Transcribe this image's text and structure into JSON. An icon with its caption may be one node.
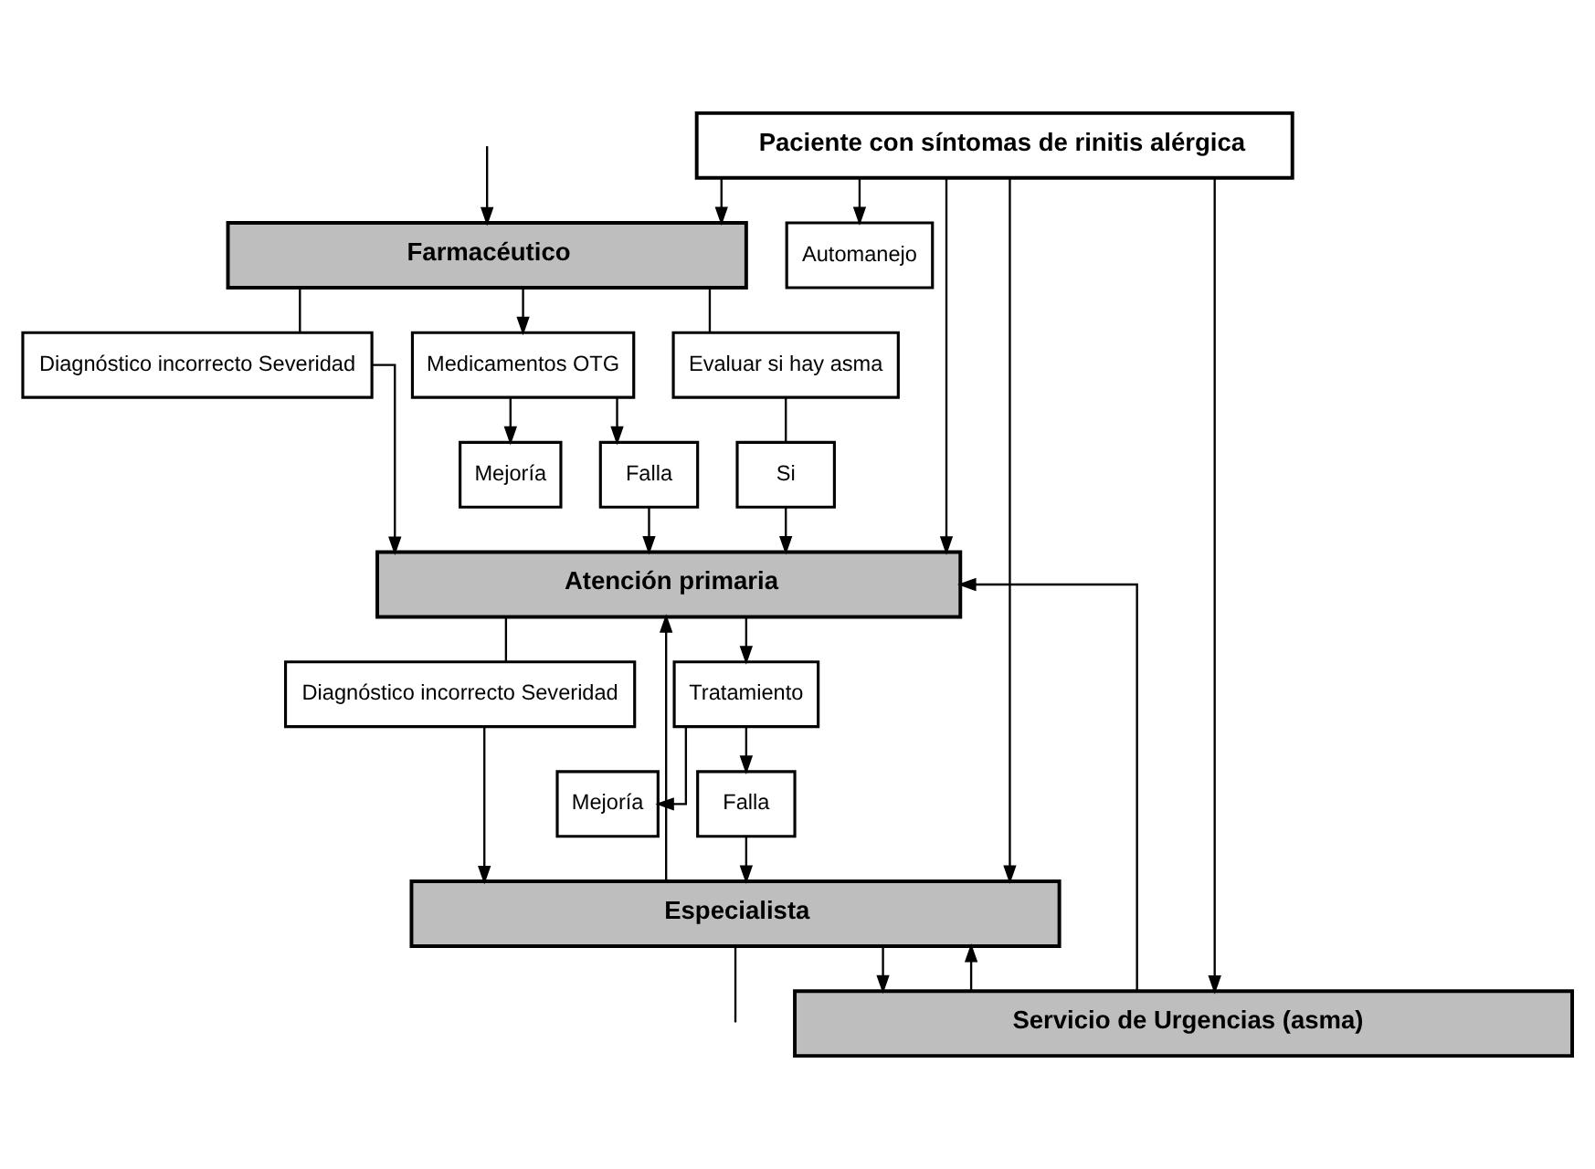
{
  "diagram": {
    "nodes": [
      {
        "text": [
          "Paciente con síntomas de rinitis alérgica"
        ]
      },
      {
        "text": [
          "Automanejo"
        ]
      },
      {
        "text": [
          "Farmacéutico"
        ]
      },
      {
        "text": [
          "Diagnóstico incorrecto Severidad"
        ]
      },
      {
        "text": [
          "Medicamentos OTG"
        ]
      },
      {
        "text": [
          "Mejoría"
        ]
      },
      {
        "text": [
          "Falla"
        ]
      },
      {
        "text": [
          "Evaluar si hay asma"
        ]
      },
      {
        "text": [
          "Si"
        ]
      },
      {
        "text": [
          "Atención primaria"
        ]
      },
      {
        "text": [
          "Diagnóstico incorrecto Severidad"
        ]
      },
      {
        "text": [
          "Tratamiento"
        ]
      },
      {
        "text": [
          "Mejoría"
        ]
      },
      {
        "text": [
          "Falla"
        ]
      },
      {
        "text": [
          "Especialista"
        ]
      },
      {
        "text": [
          "Servicio de Urgencias (asma)"
        ]
      }
    ],
    "edges": [
      {
        "from": 0,
        "to": 1,
        "arrow": "to"
      },
      {
        "from": 0,
        "to": 2,
        "arrow": "to"
      },
      {
        "from": 0,
        "to": 9,
        "arrow": "to"
      },
      {
        "from": 0,
        "to": 14,
        "arrow": "to"
      },
      {
        "from": 0,
        "to": 15,
        "arrow": "to"
      },
      {
        "from": null,
        "to": 2,
        "arrow": "to"
      },
      {
        "from": 2,
        "to": 3,
        "arrow": "none"
      },
      {
        "from": 2,
        "to": 4,
        "arrow": "to"
      },
      {
        "from": 2,
        "to": 7,
        "arrow": "none"
      },
      {
        "from": 4,
        "to": 5,
        "arrow": "to"
      },
      {
        "from": 4,
        "to": 6,
        "arrow": "to"
      },
      {
        "from": 7,
        "to": 8,
        "arrow": "none"
      },
      {
        "from": 3,
        "to": 9,
        "arrow": "to"
      },
      {
        "from": 6,
        "to": 9,
        "arrow": "to"
      },
      {
        "from": 8,
        "to": 9,
        "arrow": "to"
      },
      {
        "from": 9,
        "to": 10,
        "arrow": "none"
      },
      {
        "from": 9,
        "to": 11,
        "arrow": "to"
      },
      {
        "from": 11,
        "to": 12,
        "arrow": "to"
      },
      {
        "from": 11,
        "to": 13,
        "arrow": "to"
      },
      {
        "from": 10,
        "to": 14,
        "arrow": "to"
      },
      {
        "from": 13,
        "to": 14,
        "arrow": "to"
      },
      {
        "from": 14,
        "to": 9,
        "arrow": "to"
      },
      {
        "from": 14,
        "to": 15,
        "arrow": "to"
      },
      {
        "from": 15,
        "to": 9,
        "arrow": "to"
      },
      {
        "from": 15,
        "to": 14,
        "arrow": "to"
      },
      {
        "from": 14,
        "to": null,
        "arrow": "none"
      }
    ]
  }
}
